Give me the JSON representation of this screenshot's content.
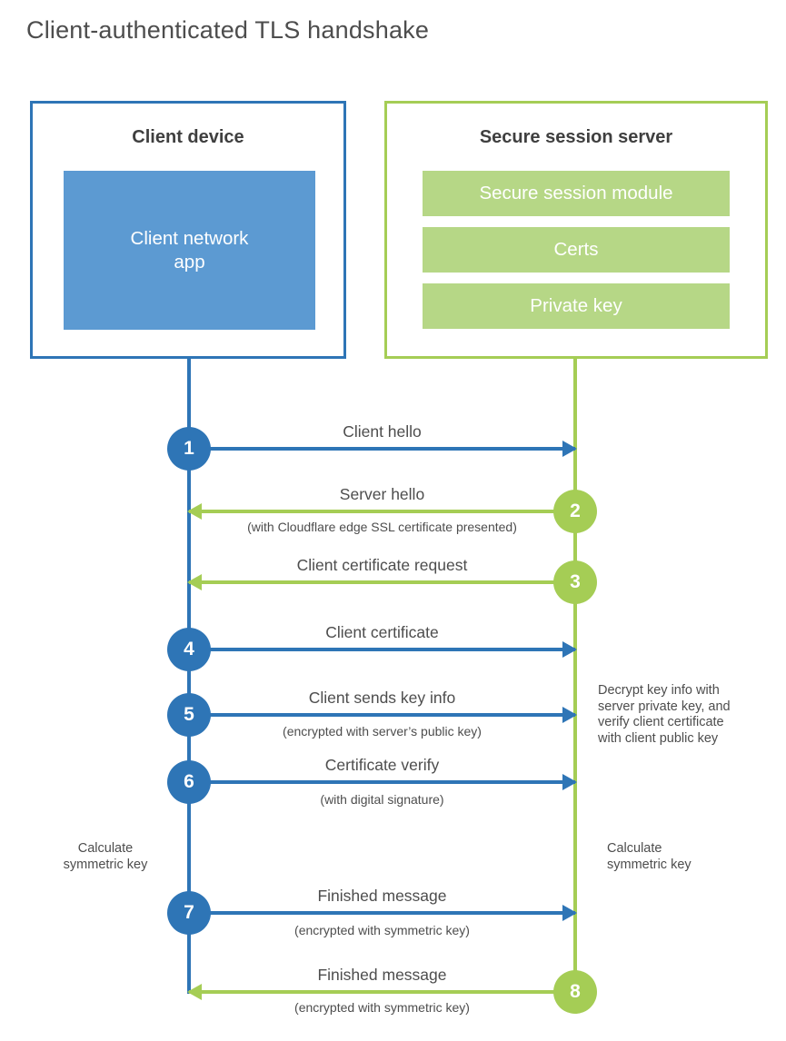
{
  "title": "Client-authenticated TLS handshake",
  "colors": {
    "client_accent": "#2e75b6",
    "client_fill": "#5c9ad2",
    "server_accent": "#a5cd55",
    "server_fill": "#b6d786",
    "text": "#4d4d4d"
  },
  "client_box": {
    "title": "Client device",
    "module": "Client network app"
  },
  "server_box": {
    "title": "Secure session server",
    "modules": [
      "Secure session module",
      "Certs",
      "Private key"
    ]
  },
  "steps": [
    {
      "number": "1",
      "label": "Client hello",
      "sublabel": "",
      "direction": "client-to-server"
    },
    {
      "number": "2",
      "label": "Server hello",
      "sublabel": "(with Cloudflare edge SSL certificate presented)",
      "direction": "server-to-client"
    },
    {
      "number": "3",
      "label": "Client certificate request",
      "sublabel": "",
      "direction": "server-to-client"
    },
    {
      "number": "4",
      "label": "Client certificate",
      "sublabel": "",
      "direction": "client-to-server"
    },
    {
      "number": "5",
      "label": "Client sends key info",
      "sublabel": "(encrypted with server’s public key)",
      "direction": "client-to-server"
    },
    {
      "number": "6",
      "label": "Certificate verify",
      "sublabel": "(with digital signature)",
      "direction": "client-to-server"
    },
    {
      "number": "7",
      "label": "Finished message",
      "sublabel": "(encrypted with symmetric key)",
      "direction": "client-to-server"
    },
    {
      "number": "8",
      "label": "Finished message",
      "sublabel": "(encrypted with symmetric key)",
      "direction": "server-to-client"
    }
  ],
  "annotations": {
    "calc_left": "Calculate\nsymmetric key",
    "calc_right": "Calculate\nsymmetric key",
    "decrypt_note": "Decrypt key info with\nserver private key, and\nverify client certificate\nwith client public key"
  }
}
